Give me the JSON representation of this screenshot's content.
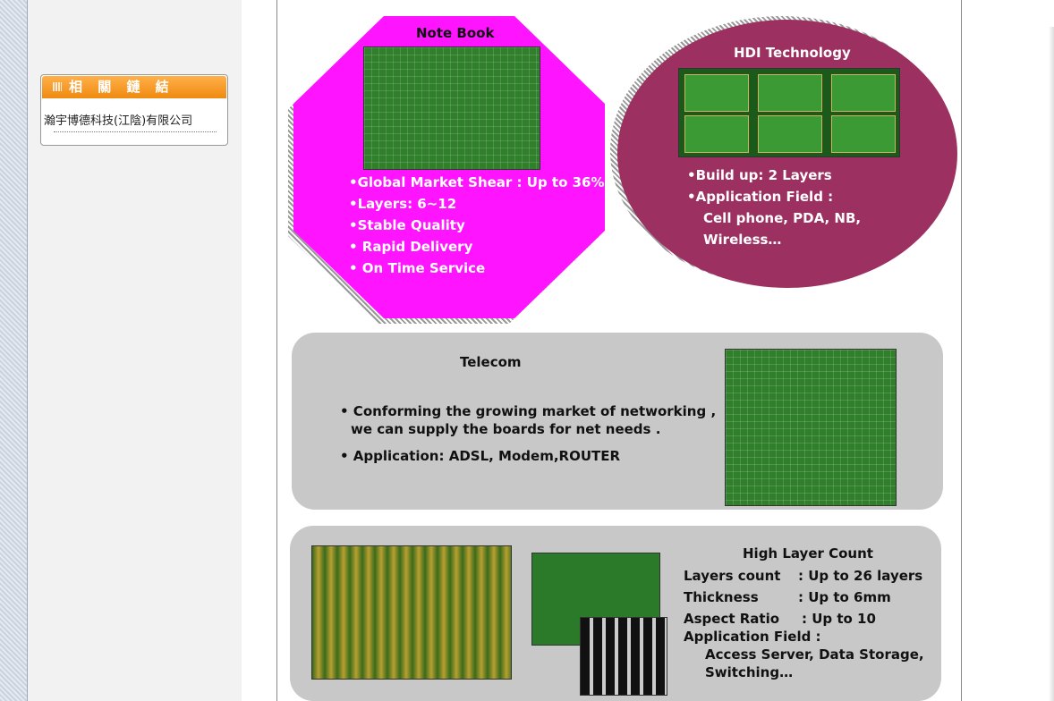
{
  "sidebar": {
    "box_title": "相 關 鏈 結",
    "links": [
      "瀚宇博德科技(江陰)有限公司"
    ]
  },
  "notebook": {
    "title": "Note Book",
    "bullets": [
      "•Global Market Shear : Up to 36%",
      "•Layers: 6~12",
      "•Stable Quality",
      "•  Rapid Delivery",
      "•  On Time Service"
    ]
  },
  "hdi": {
    "title": "HDI Technology",
    "lines": [
      "•Build up: 2 Layers",
      "•Application Field :",
      "Cell phone, PDA, NB,",
      "Wireless…"
    ]
  },
  "telecom": {
    "title": "Telecom",
    "lines": [
      "• Conforming the growing market of networking ,",
      "we can supply the boards for net needs .",
      "•  Application: ADSL, Modem,ROUTER"
    ]
  },
  "highlayer": {
    "title": "High Layer Count",
    "rows": [
      {
        "label": "Layers count",
        "value": ": Up to 26 layers"
      },
      {
        "label": "Thickness",
        "value": ": Up to 6mm"
      },
      {
        "label": "Aspect Ratio",
        "value": ": Up to 10"
      }
    ],
    "app_label": "Application Field :",
    "app_lines": [
      "Access Server, Data Storage,",
      "Switching…"
    ]
  },
  "colors": {
    "magenta": "#ff14ff",
    "plum": "#9c3060",
    "panel": "#c8c8c8",
    "orange": "#f08a10"
  }
}
